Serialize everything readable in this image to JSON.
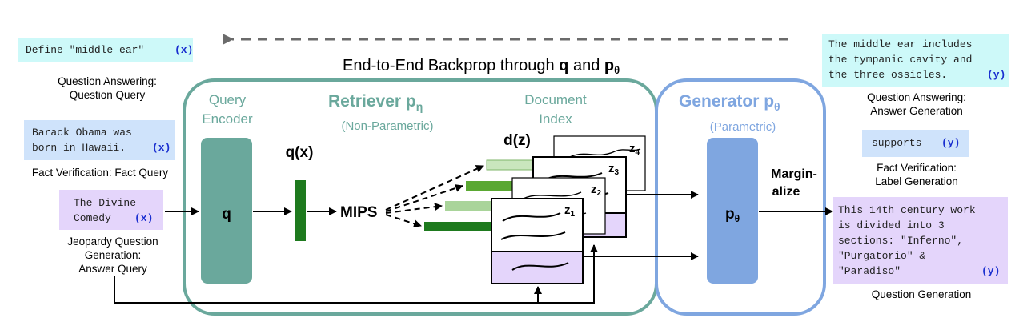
{
  "backprop_label": "End-to-End Backprop through",
  "backprop_q": "q",
  "backprop_and": "and",
  "backprop_p": "p",
  "backprop_p_sub": "θ",
  "inputs": [
    {
      "lines": [
        "Define \"middle ear\""
      ],
      "marker": "(x)",
      "caption": [
        "Question Answering:",
        "Question Query"
      ],
      "color": "#cdf9f9"
    },
    {
      "lines": [
        "Barack Obama was",
        "born in Hawaii."
      ],
      "marker": "(x)",
      "caption": [
        "Fact Verification: Fact Query"
      ],
      "color": "#cfe3fb"
    },
    {
      "lines": [
        "The Divine",
        "Comedy"
      ],
      "marker": "(x)",
      "caption": [
        "Jeopardy Question",
        "Generation:",
        "Answer Query"
      ],
      "color": "#e4d5fb"
    }
  ],
  "retriever": {
    "title": "Retriever p",
    "title_sub": "η",
    "subtitle": "(Non-Parametric)",
    "query_encoder_label": [
      "Query",
      "Encoder"
    ],
    "q_block": "q",
    "qx_label": "q(x)",
    "mips_label": "MIPS",
    "doc_index_label": [
      "Document",
      "Index"
    ],
    "dz_label": "d(z)",
    "doc_labels": [
      "z",
      "z",
      "z",
      "z"
    ],
    "doc_subs": [
      "4",
      "3",
      "2",
      "1"
    ]
  },
  "generator": {
    "title": "Generator p",
    "title_sub": "θ",
    "subtitle": "(Parametric)",
    "block": "p",
    "block_sub": "θ",
    "marginalize": [
      "Margin-",
      "alize"
    ]
  },
  "outputs": [
    {
      "lines": [
        "The middle ear includes",
        "the tympanic cavity and",
        "the three ossicles."
      ],
      "marker": "(y)",
      "caption": [
        "Question Answering:",
        "Answer Generation"
      ],
      "color": "#cdf9f9"
    },
    {
      "lines": [
        "supports"
      ],
      "marker": "(y)",
      "caption": [
        "Fact Verification:",
        "Label Generation"
      ],
      "color": "#cfe3fb"
    },
    {
      "lines": [
        "This 14th century work",
        "is divided into 3",
        "sections: \"Inferno\",",
        "\"Purgatorio\" &",
        "\"Paradiso\""
      ],
      "marker": "(y)",
      "caption": [
        "Question Generation"
      ],
      "color": "#e4d5fb"
    }
  ],
  "colors": {
    "retriever_teal": "#6aa89c",
    "generator_blue": "#7fa6e0",
    "marker_blue": "#1a2fd0",
    "green_dark": "#1e7a1e",
    "green_mid": "#5aa832",
    "green_light": "#a9d49a",
    "purple_doc": "#e4d5fb"
  }
}
